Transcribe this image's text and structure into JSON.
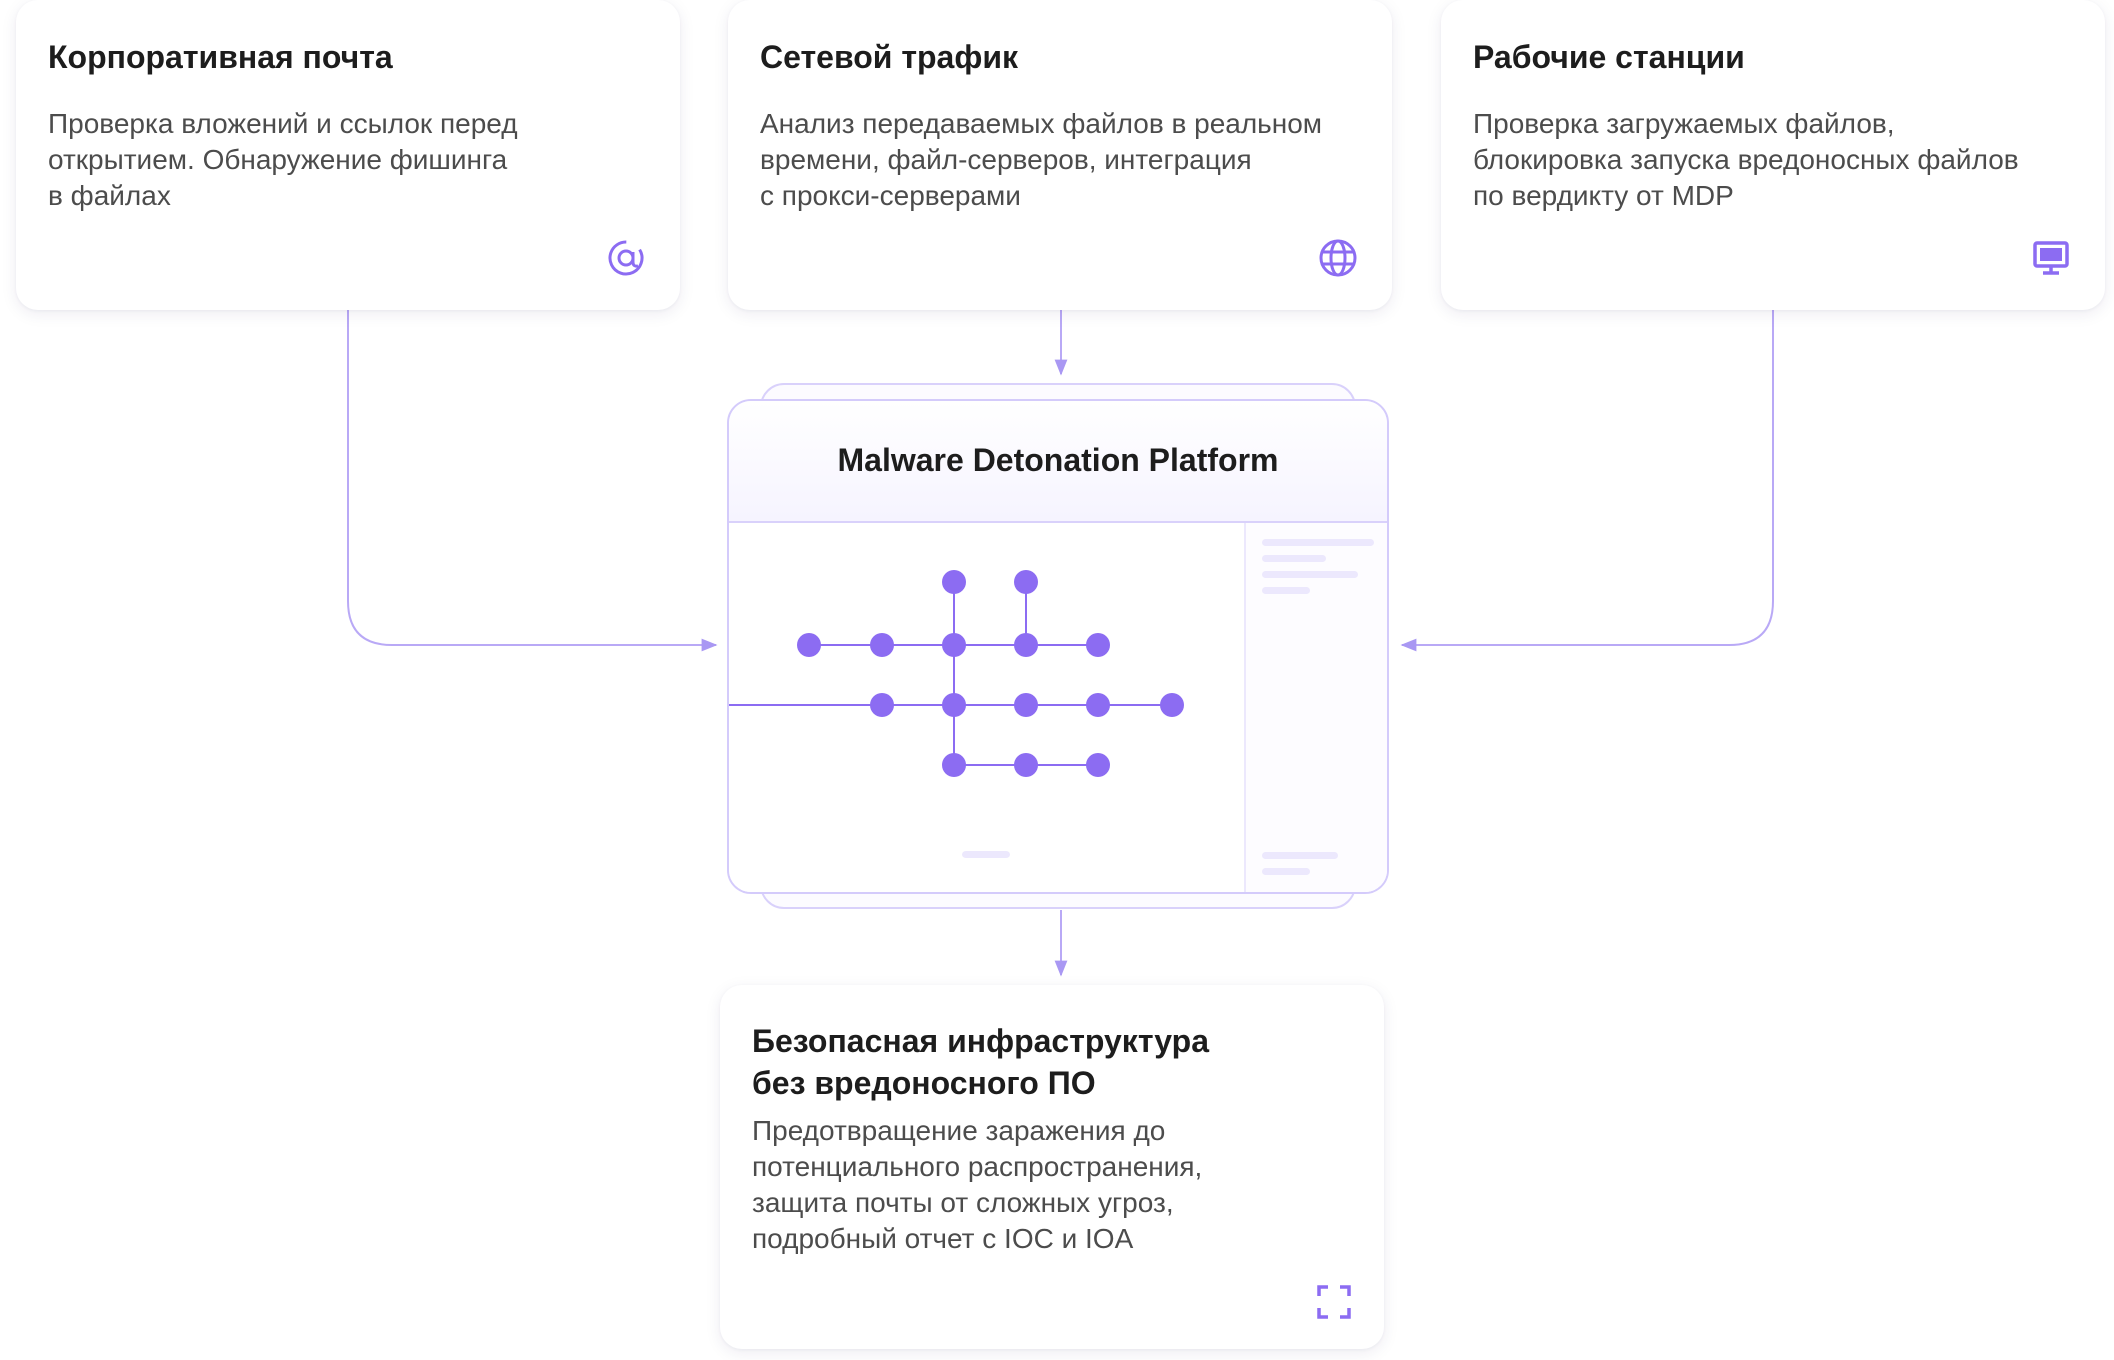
{
  "theme": {
    "accent": "#8c6cf2",
    "line": "#b9a9f6",
    "text": "#1d1d1d",
    "muted": "#4c4c4c"
  },
  "cards": {
    "email": {
      "title": "Корпоративная почта",
      "lines": [
        "Проверка вложений и ссылок перед",
        "открытием. Обнаружение фишинга",
        "в файлах"
      ],
      "icon": "at-sign-icon"
    },
    "network": {
      "title": "Сетевой трафик",
      "lines": [
        "Анализ передаваемых файлов в реальном",
        "времени, файл-серверов, интеграция",
        "с прокси-серверами"
      ],
      "icon": "globe-icon"
    },
    "workstations": {
      "title": "Рабочие станции",
      "lines": [
        "Проверка загружаемых файлов,",
        "блокировка запуска вредоносных файлов",
        "по вердикту от MDP"
      ],
      "icon": "monitor-icon"
    },
    "result": {
      "title_lines": [
        "Безопасная инфраструктура",
        "без вредоносного ПО"
      ],
      "lines": [
        "Предотвращение заражения до",
        "потенциального распространения,",
        "защита почты от сложных угроз,",
        "подробный отчет с IOC и IOA"
      ],
      "icon": "scan-frame-icon"
    }
  },
  "platform": {
    "title": "Malware Detonation Platform",
    "graph_icon": "process-tree-icon"
  }
}
